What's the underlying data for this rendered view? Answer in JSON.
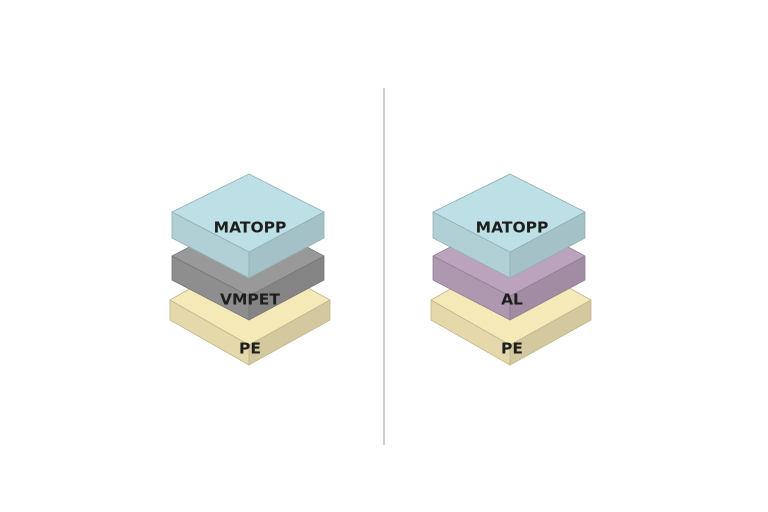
{
  "stacks": [
    {
      "layers": {
        "top": {
          "label": "MATOPP",
          "color": "#bde0e6"
        },
        "middle": {
          "label": "VMPET",
          "color": "#999999"
        },
        "bottom": {
          "label": "PE",
          "color": "#f6e9b8"
        }
      }
    },
    {
      "layers": {
        "top": {
          "label": "MATOPP",
          "color": "#bde0e6"
        },
        "middle": {
          "label": "AL",
          "color": "#bba3bd"
        },
        "bottom": {
          "label": "PE",
          "color": "#f6e9b8"
        }
      }
    }
  ]
}
